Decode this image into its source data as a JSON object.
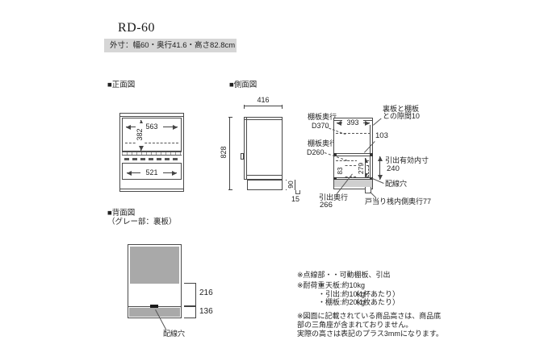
{
  "meta": {
    "title": "RD-60",
    "outer_dims": "外寸：幅60・奥行41.6・高さ82.8cm"
  },
  "front": {
    "heading": "■正面図",
    "dim_inner_width": "563",
    "dim_inner_height": "382",
    "dim_drawer_width": "521"
  },
  "side": {
    "heading": "■側面図",
    "dim_depth": "416",
    "dim_height": "828",
    "dim_base_height": "90",
    "dim_foot": "15"
  },
  "detail": {
    "shelf_top_label": "棚板奥行",
    "shelf_top_value": "D370",
    "shelf_mid_label": "棚板奥行",
    "shelf_mid_value": "D260",
    "gap_line1": "裏板と棚板",
    "gap_line2": "との隙間10",
    "dim_gap": "103",
    "dim_inner_depth": "393",
    "dim_drawer_space": "279",
    "dim_83": "83",
    "drawer_inner_label": "引出有効内寸",
    "drawer_inner_value": "240",
    "wiring_label": "配線穴",
    "drawer_depth_label": "引出奥行",
    "drawer_depth_value": "266",
    "doorstop_label": "戸当り桟内側奥行77"
  },
  "back": {
    "heading": "■背面図",
    "subheading": "（グレー部：裏板）",
    "dim_opening": "216",
    "dim_base": "136",
    "wiring_label": "配線穴"
  },
  "notes": {
    "dotted": "※点線部・・可動棚板、引出",
    "load_label": "※耐荷重",
    "load_items": [
      {
        "name": "・天板:約10kg",
        "unit": ""
      },
      {
        "name": "・引出:約10kg",
        "unit": "（1杯あたり）"
      },
      {
        "name": "・棚板:約20kg",
        "unit": "（1枚あたり）"
      }
    ],
    "remark_line1": "※図面に記載されている商品高さは、商品底",
    "remark_line2": "部の三角座が含まれておりません。",
    "remark_line3": "実際の高さは表記のプラス3mmになります。"
  },
  "colors": {
    "back_panel_gray": "#a9a9a9",
    "header_box_bg": "#d6d6d6",
    "line_color": "#4a4a4a"
  }
}
